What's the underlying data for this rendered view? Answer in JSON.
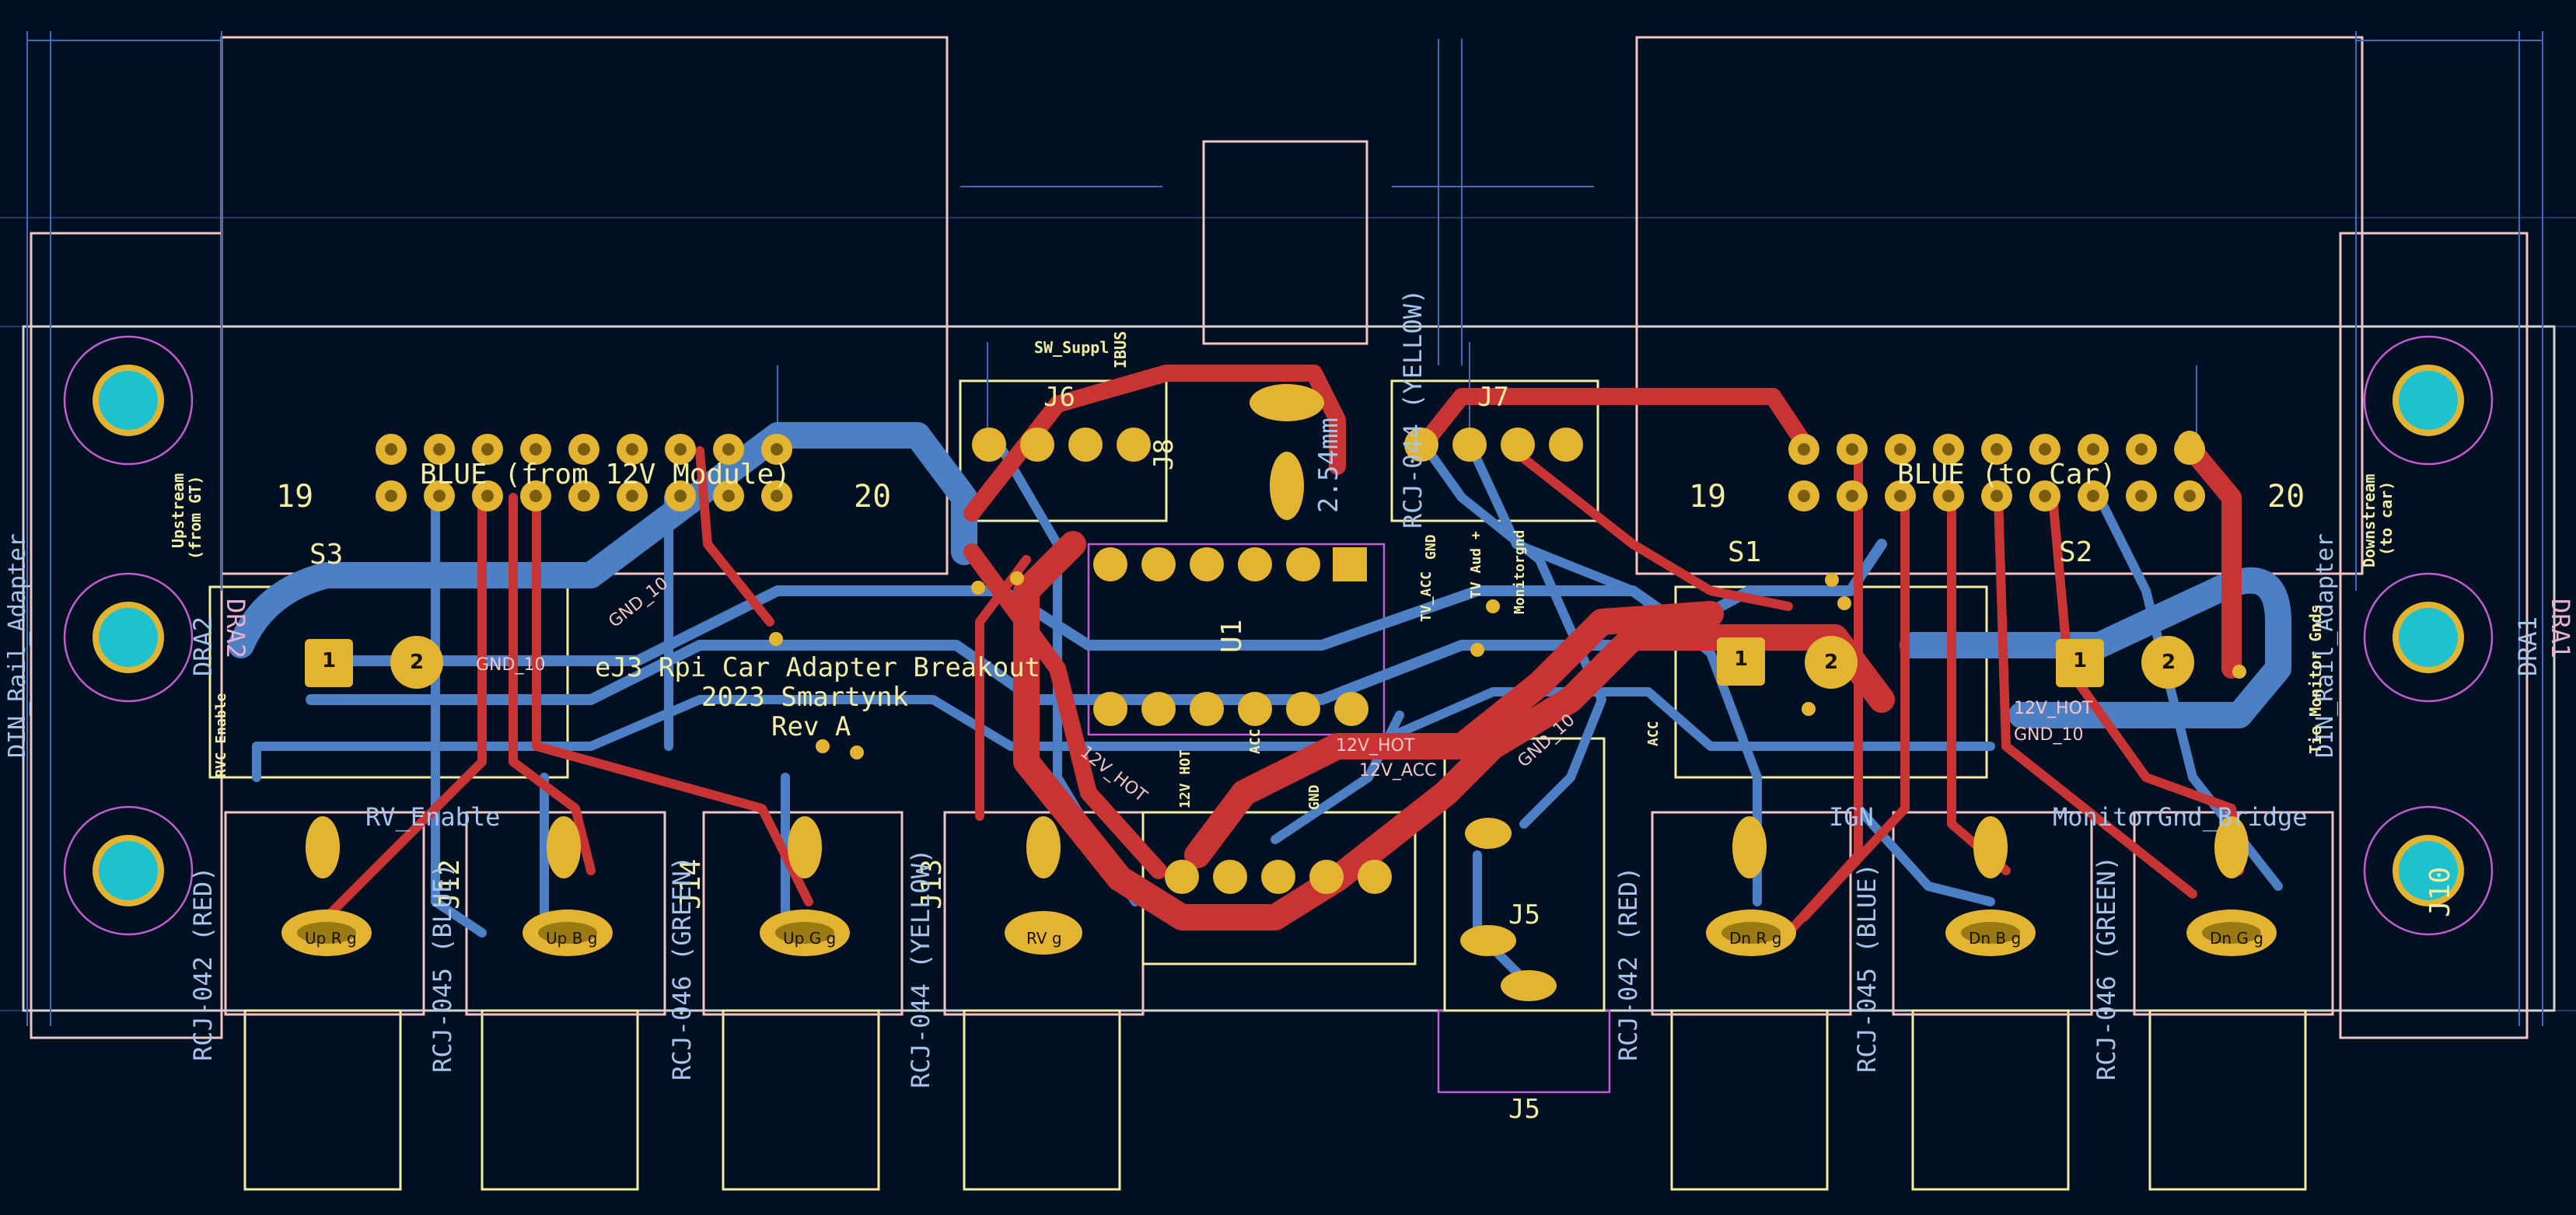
{
  "board": {
    "title_line1": "eJ3 Rpi Car Adapter Breakout",
    "title_line2": "2023 Smartynk",
    "title_line3": "Rev A"
  },
  "labels": {
    "din_left": "DIN_Rail_Adapter",
    "din_right": "DIN_Rail_Adapter",
    "dra2": "DRA2",
    "dra2_back": "DRA2",
    "dra1": "DRA1",
    "dra1_back": "DRA1",
    "upstream": "Upstream",
    "upstream_sub": "(from GT)",
    "downstream": "Downstream",
    "downstream_sub": "(to car)",
    "blue_left": "BLUE (from 12V Module)",
    "blue_right": "BLUE (to Car)",
    "pin19_left": "19",
    "pin20_left": "20",
    "pin19_right": "19",
    "pin20_right": "20",
    "s3": "S3",
    "s1": "S1",
    "s2": "S2",
    "j6": "J6",
    "j7": "J7",
    "j8": "J8",
    "j5_a": "J5",
    "j5_b": "J5",
    "j10": "J10",
    "j12": "J12",
    "j14": "J14",
    "j13": "J13",
    "u1": "U1",
    "sw_supply": "SW_Suppl",
    "ibus": "IBUS",
    "rvc_enable_small": "RVC Enable",
    "rv_enable": "RV_Enable",
    "ign": "IGN",
    "monitor_gnd_bridge": "MonitorGnd_Bridge",
    "tie_monitor_gnds": "Tie Monitor Gnds",
    "rcj_042_left": "RCJ-042 (RED)",
    "rcj_045_left": "RCJ-045 (BLUE)",
    "rcj_046_left": "RCJ-046 (GREEN)",
    "rcj_044_left": "RCJ-044 (YELLOW)",
    "rcj_044_top": "RCJ-044 (YELLOW)",
    "rcj_042_right": "RCJ-042 (RED)",
    "rcj_045_right": "RCJ-045 (BLUE)",
    "rcj_046_right": "RCJ-046 (GREEN)",
    "pitch_label": "2.54mm",
    "tv_acc": "TV_ACC",
    "gnd": "GND",
    "tv_aud": "TV Aud +",
    "monitorgnd_v": "Monitorgnd",
    "hot12": "12V HOT",
    "acc12": "ACC",
    "acc": "ACC",
    "gnd_small": "GND"
  },
  "nets": {
    "gnd_10_a": "GND_10",
    "gnd_10_b": "GND_10",
    "gnd_10_c": "GND_10",
    "gnd_10_d": "GND_10",
    "hot_12v_a": "12V_HOT",
    "hot_12v_b": "12V_HOT",
    "hot_12v_c": "12V_HOT",
    "acc_12v": "12V_ACC"
  },
  "pads": {
    "one": "1",
    "two": "2",
    "up_r": "Up R g",
    "up_b": "Up B g",
    "up_g": "Up G g",
    "rv_g": "RV g",
    "dn_r": "Dn R g",
    "dn_b": "Dn B g",
    "dn_g": "Dn G g"
  },
  "colors": {
    "background": "#001023",
    "copper_front": "#c83434",
    "copper_back": "#4d7fc4",
    "pad": "#e3b431",
    "silkscreen": "#f2eda1",
    "hole": "#1fc1cf"
  }
}
